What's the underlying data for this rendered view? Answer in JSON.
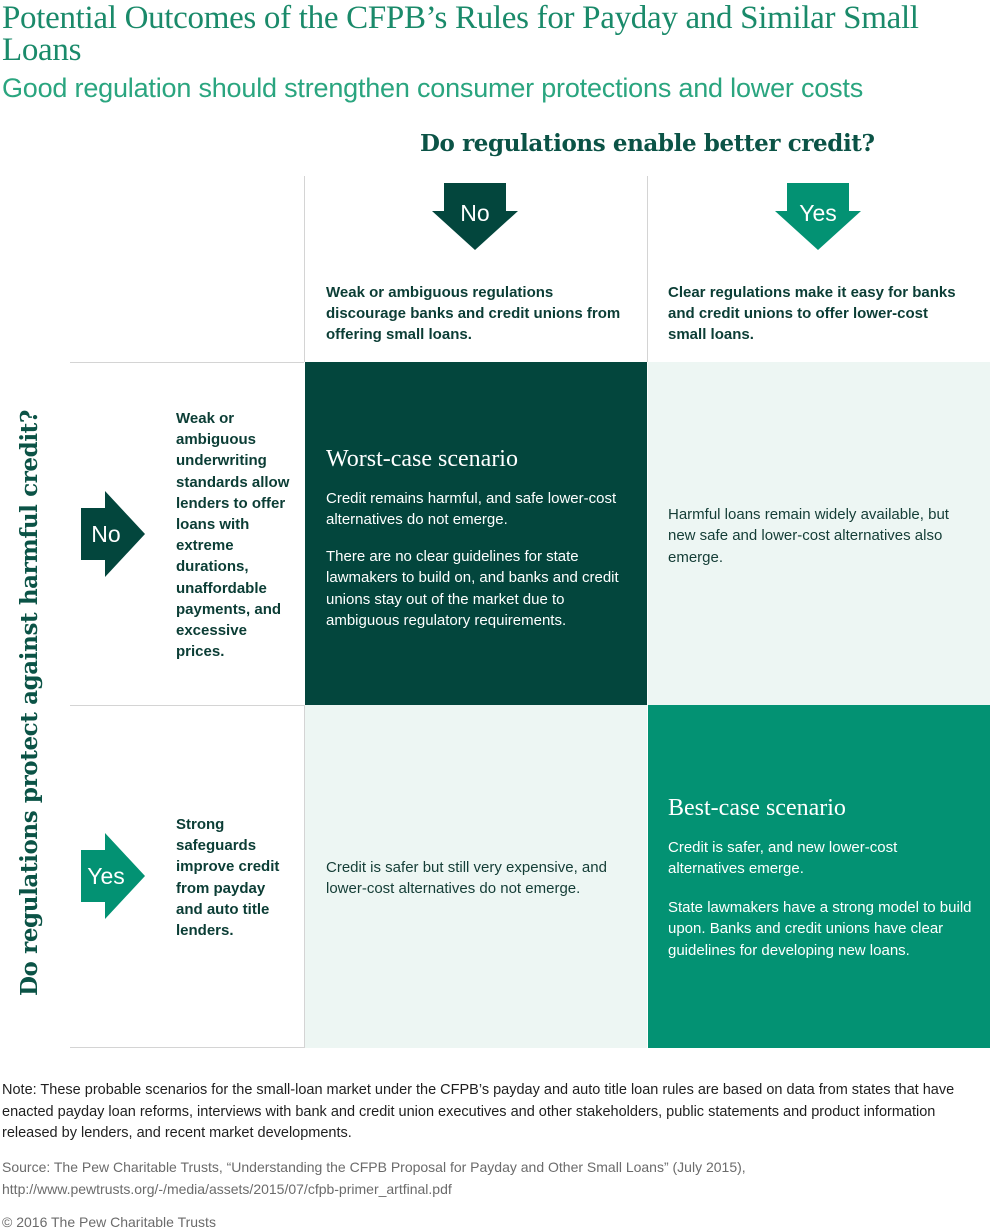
{
  "header": {
    "title": "Potential Outcomes of the CFPB’s Rules for Payday and Similar Small Loans",
    "subtitle": "Good regulation should strengthen consumer protections and lower costs"
  },
  "axes": {
    "column_question": "Do regulations enable better credit?",
    "row_question": "Do regulations protect against harmful credit?"
  },
  "columns": {
    "no": {
      "arrow_label": "No",
      "description": "Weak or ambiguous regulations discourage banks and credit unions from offering small loans."
    },
    "yes": {
      "arrow_label": "Yes",
      "description": "Clear regulations make it easy for banks and credit unions to offer lower-cost small loans."
    }
  },
  "rows": {
    "no": {
      "arrow_label": "No",
      "description": "Weak or ambiguous underwriting standards allow lenders to offer loans with extreme durations, unaffordable payments, and excessive prices."
    },
    "yes": {
      "arrow_label": "Yes",
      "description": "Strong safeguards improve credit from payday and auto title lenders."
    }
  },
  "cells": {
    "no_no": {
      "title": "Worst-case scenario",
      "paragraph1": "Credit remains harmful, and safe lower-cost alternatives do not emerge.",
      "paragraph2": "There are no clear guidelines for state lawmakers to build on, and banks and credit unions stay out of the market due to ambiguous regulatory requirements."
    },
    "no_yes": {
      "paragraph1": "Harmful loans remain widely available, but new safe and lower-cost alternatives also emerge."
    },
    "yes_no": {
      "paragraph1": "Credit is safer but still very expensive, and lower-cost alternatives do not emerge."
    },
    "yes_yes": {
      "title": "Best-case scenario",
      "paragraph1": "Credit is safer, and new lower-cost alternatives emerge.",
      "paragraph2": "State lawmakers have a strong model to build upon. Banks and credit unions have clear guidelines for developing new loans."
    }
  },
  "footer": {
    "note": "Note: These probable scenarios for the small-loan market under the CFPB’s payday and auto title loan rules are based on data from states that have enacted payday loan reforms, interviews with bank and credit union executives and other stakeholders, public statements and product information released by lenders, and recent market developments.",
    "source": "Source: The Pew Charitable Trusts, “Understanding the CFPB Proposal for Payday and Other Small Loans” (July 2015), http://www.pewtrusts.org/-/media/assets/2015/07/cfpb-primer_artfinal.pdf",
    "copyright": "© 2016 The Pew Charitable Trusts"
  },
  "colors": {
    "dark_teal": "#03463d",
    "green": "#039273",
    "light_mint": "#edf6f3",
    "title_green": "#1a8a6a"
  }
}
